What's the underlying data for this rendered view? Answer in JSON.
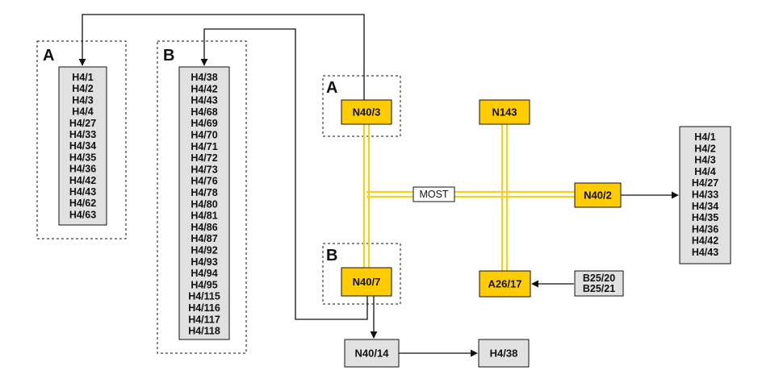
{
  "colors": {
    "ecu_fill": "#FFCC00",
    "grey_fill": "#E1E1E1",
    "bus_color": "#F2D21E",
    "line": "#111111"
  },
  "groups": {
    "a_label": "A",
    "b_label": "B",
    "a_list": [
      "H4/1",
      "H4/2",
      "H4/3",
      "H4/4",
      "H4/27",
      "H4/33",
      "H4/34",
      "H4/35",
      "H4/36",
      "H4/42",
      "H4/43",
      "H4/62",
      "H4/63"
    ],
    "b_list": [
      "H4/38",
      "H4/42",
      "H4/43",
      "H4/68",
      "H4/69",
      "H4/70",
      "H4/71",
      "H4/72",
      "H4/73",
      "H4/76",
      "H4/78",
      "H4/80",
      "H4/81",
      "H4/86",
      "H4/87",
      "H4/92",
      "H4/93",
      "H4/94",
      "H4/95",
      "H4/115",
      "H4/116",
      "H4/117",
      "H4/118"
    ],
    "right_list": [
      "H4/1",
      "H4/2",
      "H4/3",
      "H4/4",
      "H4/27",
      "H4/33",
      "H4/34",
      "H4/35",
      "H4/36",
      "H4/42",
      "H4/43"
    ],
    "sensors": [
      "B25/20",
      "B25/21"
    ]
  },
  "bus": {
    "label": "MOST"
  },
  "nodes": {
    "n40_3": "N40/3",
    "n143": "N143",
    "n40_2": "N40/2",
    "n40_7": "N40/7",
    "a26_17": "A26/17",
    "n40_14": "N40/14",
    "h4_38": "H4/38"
  },
  "zone_labels": {
    "a": "A",
    "b": "B"
  }
}
